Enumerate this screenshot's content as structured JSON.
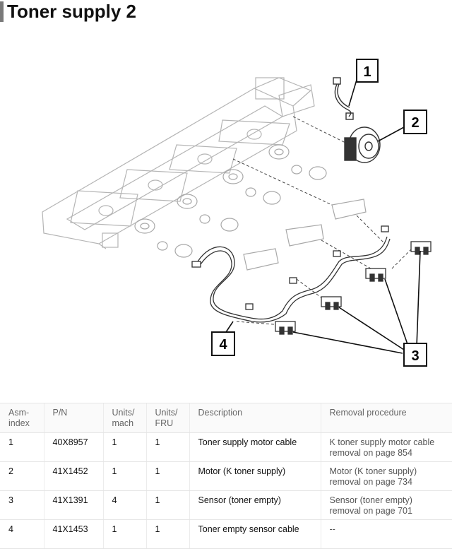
{
  "page": {
    "title": "Toner supply 2"
  },
  "figure": {
    "callouts": [
      "1",
      "2",
      "3",
      "4"
    ]
  },
  "table": {
    "headers": {
      "asm_index": "Asm-\nindex",
      "pn": "P/N",
      "units_mach": "Units/\nmach",
      "units_fru": "Units/\nFRU",
      "description": "Description",
      "removal": "Removal procedure"
    },
    "rows": [
      {
        "asm_index": "1",
        "pn": "40X8957",
        "units_mach": "1",
        "units_fru": "1",
        "description": "Toner supply motor cable",
        "removal": "K toner supply motor cable removal on page 854"
      },
      {
        "asm_index": "2",
        "pn": "41X1452",
        "units_mach": "1",
        "units_fru": "1",
        "description": "Motor (K toner supply)",
        "removal": "Motor (K toner supply) removal on page 734"
      },
      {
        "asm_index": "3",
        "pn": "41X1391",
        "units_mach": "4",
        "units_fru": "1",
        "description": "Sensor (toner empty)",
        "removal": "Sensor (toner empty) removal on page 701"
      },
      {
        "asm_index": "4",
        "pn": "41X1453",
        "units_mach": "1",
        "units_fru": "1",
        "description": "Toner empty sensor cable",
        "removal": "--"
      }
    ]
  },
  "colors": {
    "title_accent": "#7a7a7a",
    "line_art": "#333333",
    "ghost_art": "#b5b5b5"
  }
}
